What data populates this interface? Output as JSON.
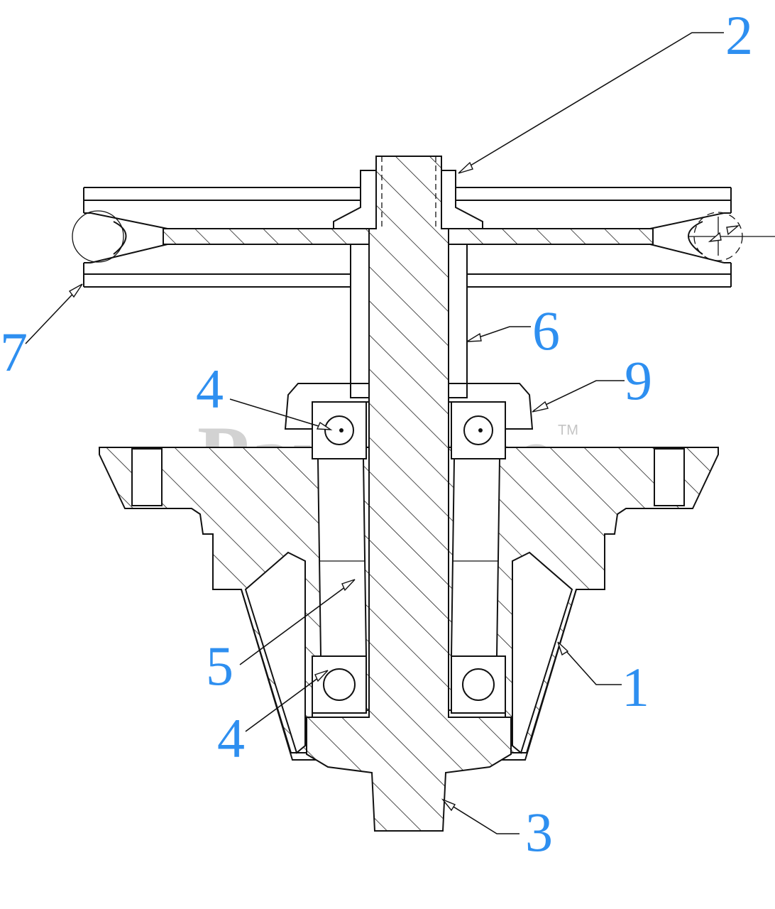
{
  "diagram": {
    "callouts": [
      {
        "id": "c2",
        "label": "2"
      },
      {
        "id": "c7",
        "label": "7"
      },
      {
        "id": "c6",
        "label": "6"
      },
      {
        "id": "c9",
        "label": "9"
      },
      {
        "id": "c4a",
        "label": "4"
      },
      {
        "id": "c5",
        "label": "5"
      },
      {
        "id": "c1",
        "label": "1"
      },
      {
        "id": "c4b",
        "label": "4"
      },
      {
        "id": "c3",
        "label": "3"
      }
    ],
    "watermark": {
      "text": "PartsTree",
      "tm": "TM"
    },
    "colors": {
      "callout": "#2e8ff0",
      "line": "#111111",
      "background": "#ffffff"
    }
  }
}
